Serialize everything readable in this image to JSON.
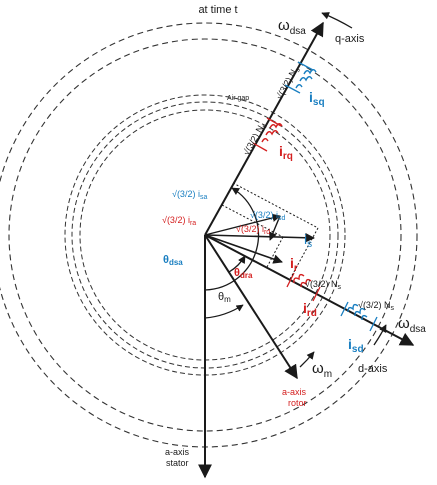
{
  "title": "at time t",
  "colors": {
    "black": "#1a1a1a",
    "blue": "#1a7fc1",
    "red": "#d42020",
    "dashed": "#333333"
  },
  "labels": {
    "q_axis": "q-axis",
    "d_axis": "d-axis",
    "omega_dsa_top_main": "ω",
    "omega_dsa_top_sub": "dsa",
    "omega_dsa_right_main": "ω",
    "omega_dsa_right_sub": "dsa",
    "omega_m_main": "ω",
    "omega_m_sub": "m",
    "air_gap": "Air gap",
    "a_axis_rotor_line1": "a-axis",
    "a_axis_rotor_line2": "rotor",
    "a_axis_stator_line1": "a-axis",
    "a_axis_stator_line2": "stator",
    "theta_dsa_main": "θ",
    "theta_dsa_sub": "dsa",
    "theta_dra_main": "θ",
    "theta_dra_sub": "dra",
    "theta_m_main": "θ",
    "theta_m_sub": "m",
    "i_sq_main": "i",
    "i_sq_sub": "sq",
    "i_rq_main": "i",
    "i_rq_sub": "rq",
    "i_sd_main": "i",
    "i_sd_sub": "sd",
    "i_rd_main": "i",
    "i_rd_sub": "rd",
    "i_s_main": "i",
    "i_s_sub": "s",
    "i_r_main": "i",
    "i_r_sub": "r",
    "coil_q_outer": "√(3/2) N",
    "coil_q_outer_sub": "s",
    "coil_q_inner": "√(3/2) N",
    "coil_q_inner_sub": "s",
    "coil_d_inner": "√(3/2) N",
    "coil_d_inner_sub": "s",
    "coil_d_outer": "√(3/2) N",
    "coil_d_outer_sub": "s",
    "proj_sq_left": "√(3/2) i",
    "proj_sq_left_sub": "sa",
    "proj_rq_left": "√(3/2) i",
    "proj_rq_left_sub": "ra",
    "proj_sd_mid": "√(3/2) i",
    "proj_sd_mid_sub": "sd",
    "proj_rd_mid": "√(3/2) i",
    "proj_rd_mid_sub": "rd"
  }
}
